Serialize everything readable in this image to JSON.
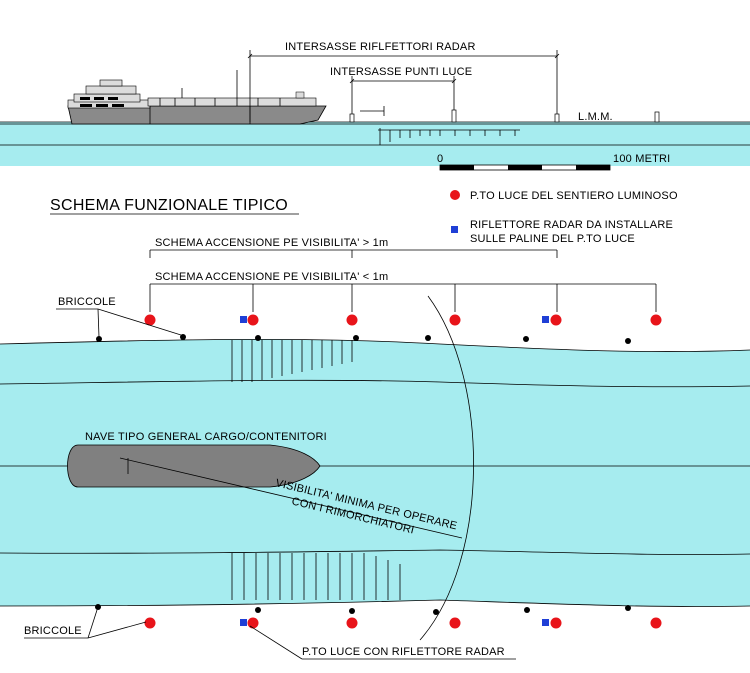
{
  "colors": {
    "water": "#a6ecef",
    "light_point": "#e8141a",
    "radar_reflector": "#1f3fd6",
    "ship_fill": "#808080"
  },
  "top_section": {
    "label_radar_spacing": "INTERSASSE RIFLFETTORI RADAR",
    "label_light_spacing": "INTERSASSE PUNTI LUCE",
    "label_lmm": "L.M.M.",
    "scale_zero": "0",
    "scale_end": "100 METRI"
  },
  "legend": {
    "light_point": "P.TO LUCE DEL SENTIERO LUMINOSO",
    "radar_line1": "RIFLETTORE RADAR DA INSTALLARE",
    "radar_line2": "SULLE PALINE DEL P.TO LUCE"
  },
  "title": "SCHEMA FUNZIONALE TIPICO",
  "switch_on": {
    "above_1m": "SCHEMA ACCENSIONE PE VISIBILITA' > 1m",
    "below_1m": "SCHEMA ACCENSIONE PE VISIBILITA' < 1m"
  },
  "channel": {
    "briccole_top": "BRICCOLE",
    "briccole_bottom": "BRICCOLE",
    "ship_label": "NAVE TIPO GENERAL CARGO/CONTENITORI",
    "visibility_line1": "VISIBILITA' MINIMA PER OPERARE",
    "visibility_line2": "CON I RIMORCHIATORI",
    "light_with_reflector": "P.TO LUCE CON RIFLETTORE RADAR"
  },
  "icons": {
    "light_point": "red-circle-icon",
    "radar_reflector": "blue-square-icon",
    "briccola": "black-dot-icon"
  }
}
